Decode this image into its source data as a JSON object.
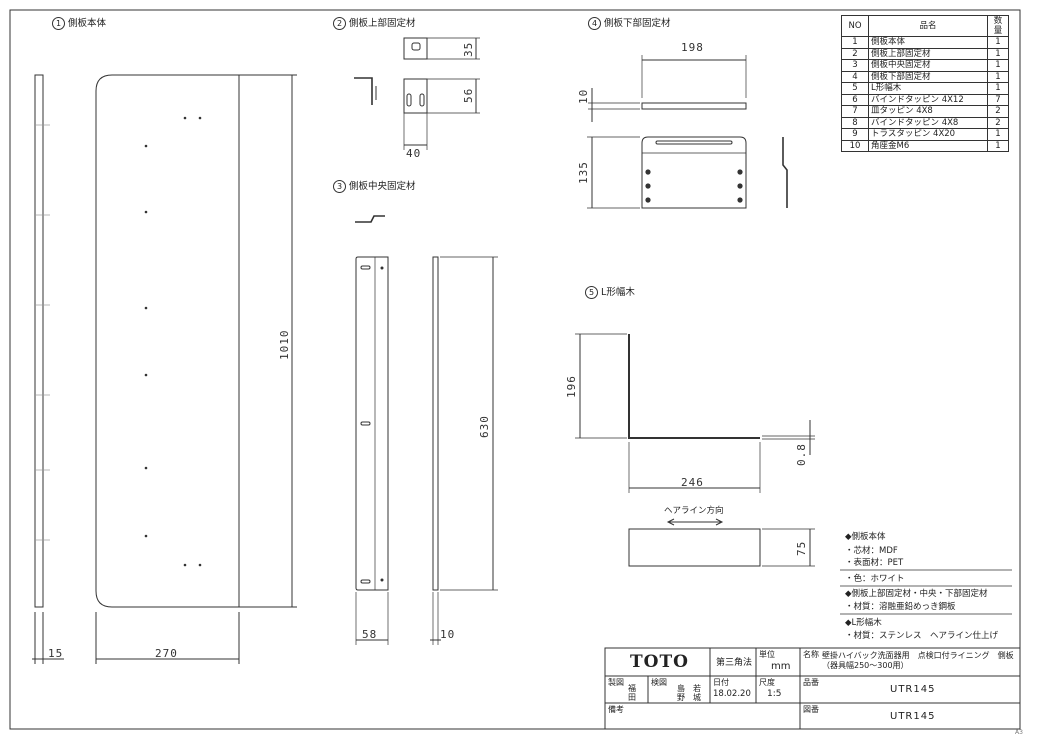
{
  "sections": {
    "s1": {
      "num": "1",
      "title": "側板本体"
    },
    "s2": {
      "num": "2",
      "title": "側板上部固定材"
    },
    "s3": {
      "num": "3",
      "title": "側板中央固定材"
    },
    "s4": {
      "num": "4",
      "title": "側板下部固定材"
    },
    "s5": {
      "num": "5",
      "title": "L形幅木"
    }
  },
  "dimensions": {
    "d1010": "1010",
    "d15": "15",
    "d270": "270",
    "d35": "35",
    "d56": "56",
    "d40": "40",
    "d630": "630",
    "d58": "58",
    "d10b": "10",
    "d198": "198",
    "d10a": "10",
    "d135": "135",
    "d196": "196",
    "d08": "0.8",
    "d246": "246",
    "d75": "75"
  },
  "hairline_label": "ヘアライン方向",
  "parts_table": {
    "headers": {
      "no": "NO",
      "name": "品名",
      "qty": "数量"
    },
    "rows": [
      {
        "no": "1",
        "name": "側板本体",
        "qty": "1"
      },
      {
        "no": "2",
        "name": "側板上部固定材",
        "qty": "1"
      },
      {
        "no": "3",
        "name": "側板中央固定材",
        "qty": "1"
      },
      {
        "no": "4",
        "name": "側板下部固定材",
        "qty": "1"
      },
      {
        "no": "5",
        "name": "L形幅木",
        "qty": "1"
      },
      {
        "no": "6",
        "name": "バインドタッピン 4X12",
        "qty": "7"
      },
      {
        "no": "7",
        "name": "皿タッピン 4X8",
        "qty": "2"
      },
      {
        "no": "8",
        "name": "バインドタッピン 4X8",
        "qty": "2"
      },
      {
        "no": "9",
        "name": "トラスタッピン 4X20",
        "qty": "1"
      },
      {
        "no": "10",
        "name": "角座金M6",
        "qty": "1"
      }
    ]
  },
  "notes": [
    "◆側板本体",
    "・芯材：MDF",
    "・表面材：PET",
    "・色：ホワイト",
    "◆側板上部固定材・中央・下部固定材",
    "・材質：溶融亜鉛めっき鋼板",
    "◆L形幅木",
    "・材質：ステンレス　ヘアライン仕上げ"
  ],
  "title_block": {
    "logo": "TOTO",
    "projection": "第三角法",
    "unit_label": "単位",
    "unit": "mm",
    "name_label": "名称",
    "name_line1": "壁掛ハイバック洗面器用　点検口付ライニング　側板",
    "name_line2": "（器具幅250～300用）",
    "drawn_label": "製図",
    "drawn_by": "福田",
    "checked_label": "検図",
    "checked_by": "島野",
    "approved_by": "若城",
    "date_label": "日付",
    "date": "18.02.20",
    "scale_label": "尺度",
    "scale": "1:5",
    "part_no_label": "品番",
    "part_no": "UTR145",
    "remarks_label": "備考",
    "drawing_no_label": "図番",
    "drawing_no": "UTR145"
  },
  "sheet_size": "A3"
}
